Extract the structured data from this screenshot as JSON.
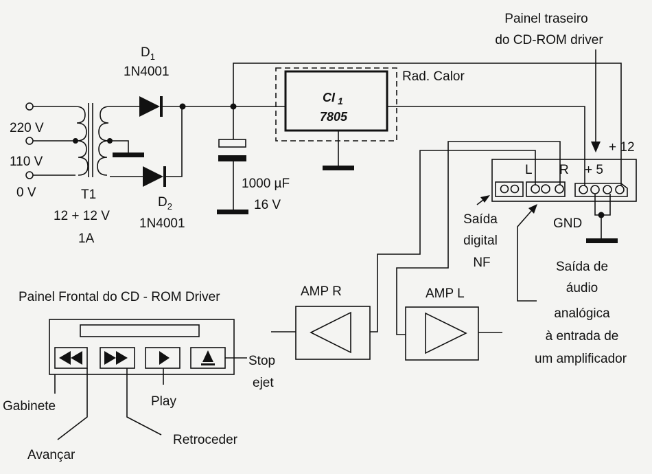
{
  "power_supply": {
    "input_220": "220 V",
    "input_110": "110 V",
    "input_0": "0 V",
    "transformer_name": "T1",
    "transformer_rating": "12 + 12 V",
    "transformer_current": "1A",
    "d1_name": "D",
    "d1_sub": "1",
    "d1_part": "1N4001",
    "d2_name": "D",
    "d2_sub": "2",
    "d2_part": "1N4001",
    "cap_value": "1000 µF",
    "cap_voltage": "16 V",
    "ic_name": "CI",
    "ic_sub": "1",
    "ic_part": "7805",
    "heatsink_label": "Rad. Calor"
  },
  "rear_panel": {
    "title_line1": "Painel traseiro",
    "title_line2": "do CD-ROM driver",
    "plus12": "+ 12",
    "plus5": "+ 5",
    "left": "L",
    "right": "R",
    "gnd": "GND",
    "digital_out": [
      "Saída",
      "digital",
      "NF"
    ],
    "analog_out": [
      "Saída de",
      "áudio",
      "analógica",
      "à entrada de",
      "um amplificador"
    ]
  },
  "amplifiers": {
    "amp_r": "AMP R",
    "amp_l": "AMP L"
  },
  "front_panel": {
    "title": "Painel Frontal do CD - ROM Driver",
    "stop": "Stop",
    "ejet": "ejet",
    "gabinete": "Gabinete",
    "play": "Play",
    "avancar": "Avançar",
    "retroceder": "Retroceder",
    "buttons": [
      "rewind-icon",
      "fast-forward-icon",
      "play-icon",
      "eject-icon"
    ]
  }
}
